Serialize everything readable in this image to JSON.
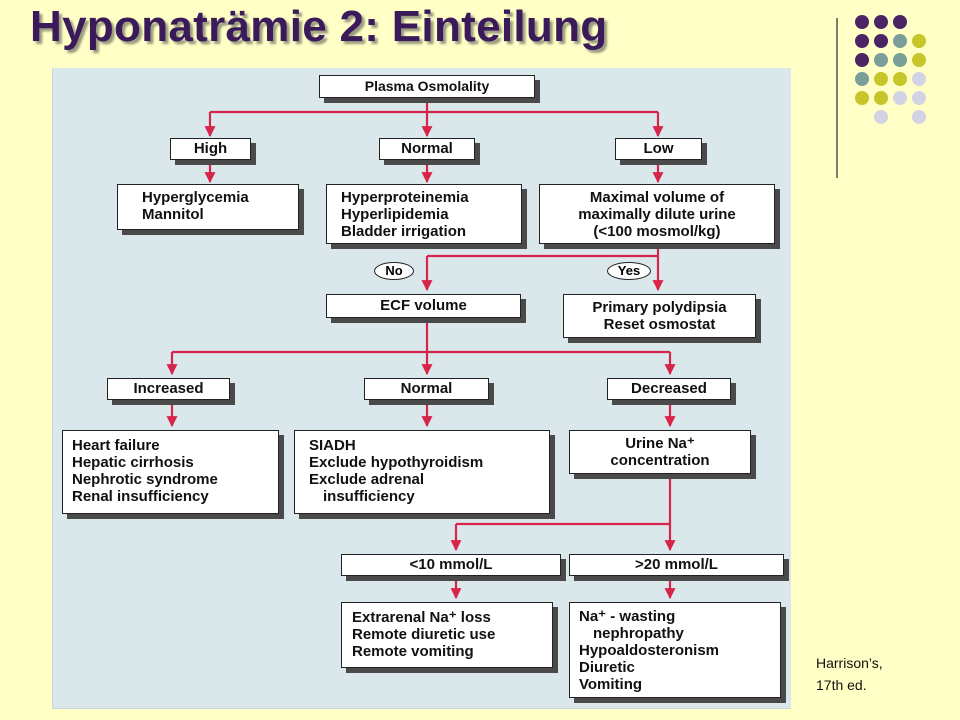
{
  "slide": {
    "title": "Hyponaträmie 2: Einteilung",
    "credit_line1": "Harrison’s,",
    "credit_line2": "17th ed."
  },
  "colors": {
    "background": "#ffffc6",
    "title": "#3b1a5a",
    "panel": "#dae8ec",
    "connector": "#d8234a",
    "dot_purple": "#4b2466",
    "dot_teal": "#7a9e9a",
    "dot_olive": "#c6c62a",
    "dot_lavender": "#d3d3e6"
  },
  "flowchart": {
    "root": "Plasma Osmolality",
    "osm_high": "High",
    "osm_normal": "Normal",
    "osm_low": "Low",
    "high_causes": [
      "Hyperglycemia",
      "Mannitol"
    ],
    "normal_causes": [
      "Hyperproteinemia",
      "Hyperlipidemia",
      "Bladder irrigation"
    ],
    "low_question": [
      "Maximal volume of",
      "maximally dilute urine",
      "(<100 mosmol/kg)"
    ],
    "answer_no": "No",
    "answer_yes": "Yes",
    "ecf": "ECF volume",
    "yes_causes": [
      "Primary polydipsia",
      "Reset osmostat"
    ],
    "ecf_increased": "Increased",
    "ecf_normal": "Normal",
    "ecf_decreased": "Decreased",
    "increased_causes": [
      "Heart failure",
      "Hepatic cirrhosis",
      "Nephrotic syndrome",
      "Renal insufficiency"
    ],
    "normal_ecf_causes": [
      "SIADH",
      "Exclude hypothyroidism",
      "Exclude adrenal",
      "insufficiency"
    ],
    "urine_na": [
      "Urine Na⁺",
      "concentration"
    ],
    "na_low": "<10 mmol/L",
    "na_high": ">20 mmol/L",
    "na_low_causes": [
      "Extrarenal Na⁺ loss",
      "Remote diuretic use",
      "Remote vomiting"
    ],
    "na_high_causes": [
      "Na⁺ - wasting",
      "nephropathy",
      "Hypoaldosteronism",
      "Diuretic",
      "Vomiting"
    ]
  }
}
